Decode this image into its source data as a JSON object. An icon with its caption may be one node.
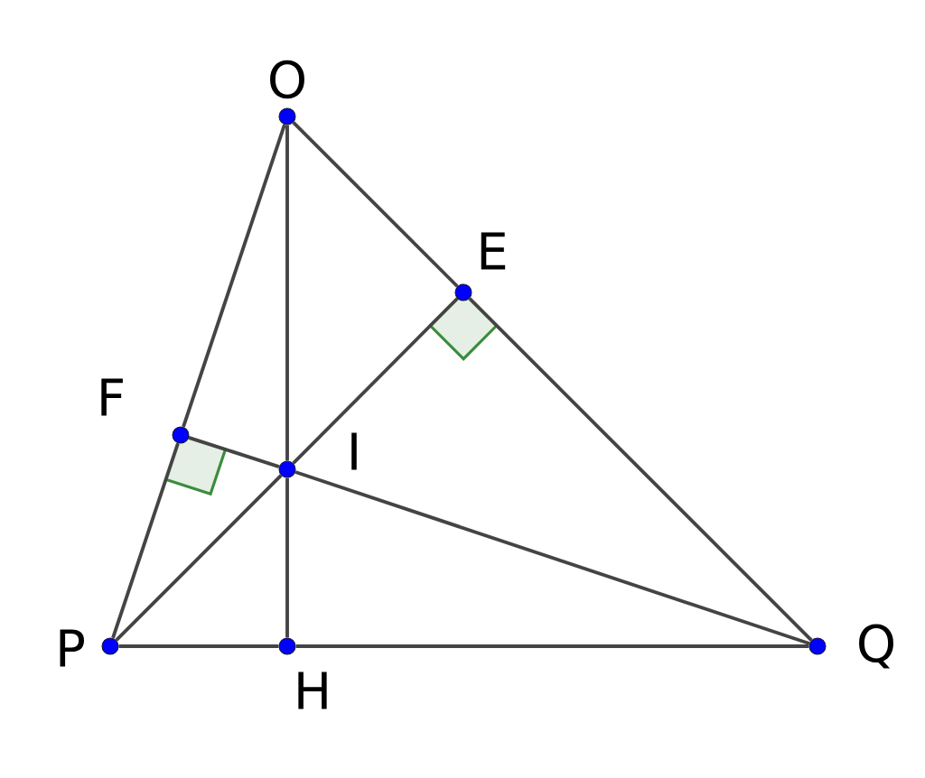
{
  "diagram": {
    "nodes": [
      {
        "text": [],
        "shape": "circle",
        "beside": [
          "O"
        ]
      },
      {
        "text": [],
        "shape": "circle",
        "beside": [
          "E"
        ]
      },
      {
        "text": [],
        "shape": "circle",
        "beside": [
          "F"
        ]
      },
      {
        "text": [],
        "shape": "circle",
        "beside": [
          "I"
        ]
      },
      {
        "text": [],
        "shape": "circle",
        "beside": [
          "P"
        ]
      },
      {
        "text": [],
        "shape": "circle",
        "beside": [
          "H"
        ]
      },
      {
        "text": [],
        "shape": "circle",
        "beside": [
          "Q"
        ]
      }
    ],
    "edges": [
      {
        "from": 0,
        "to": 2,
        "arrow": "none"
      },
      {
        "from": 2,
        "to": 4,
        "arrow": "none"
      },
      {
        "from": 0,
        "to": 1,
        "arrow": "none"
      },
      {
        "from": 1,
        "to": 6,
        "arrow": "none"
      },
      {
        "from": 0,
        "to": 3,
        "arrow": "none"
      },
      {
        "from": 3,
        "to": 5,
        "arrow": "none"
      },
      {
        "from": 4,
        "to": 5,
        "arrow": "none"
      },
      {
        "from": 5,
        "to": 6,
        "arrow": "none"
      },
      {
        "from": 4,
        "to": 3,
        "arrow": "none"
      },
      {
        "from": 3,
        "to": 1,
        "arrow": "none"
      },
      {
        "from": 6,
        "to": 3,
        "arrow": "none"
      },
      {
        "from": 3,
        "to": 2,
        "arrow": "none"
      }
    ]
  }
}
